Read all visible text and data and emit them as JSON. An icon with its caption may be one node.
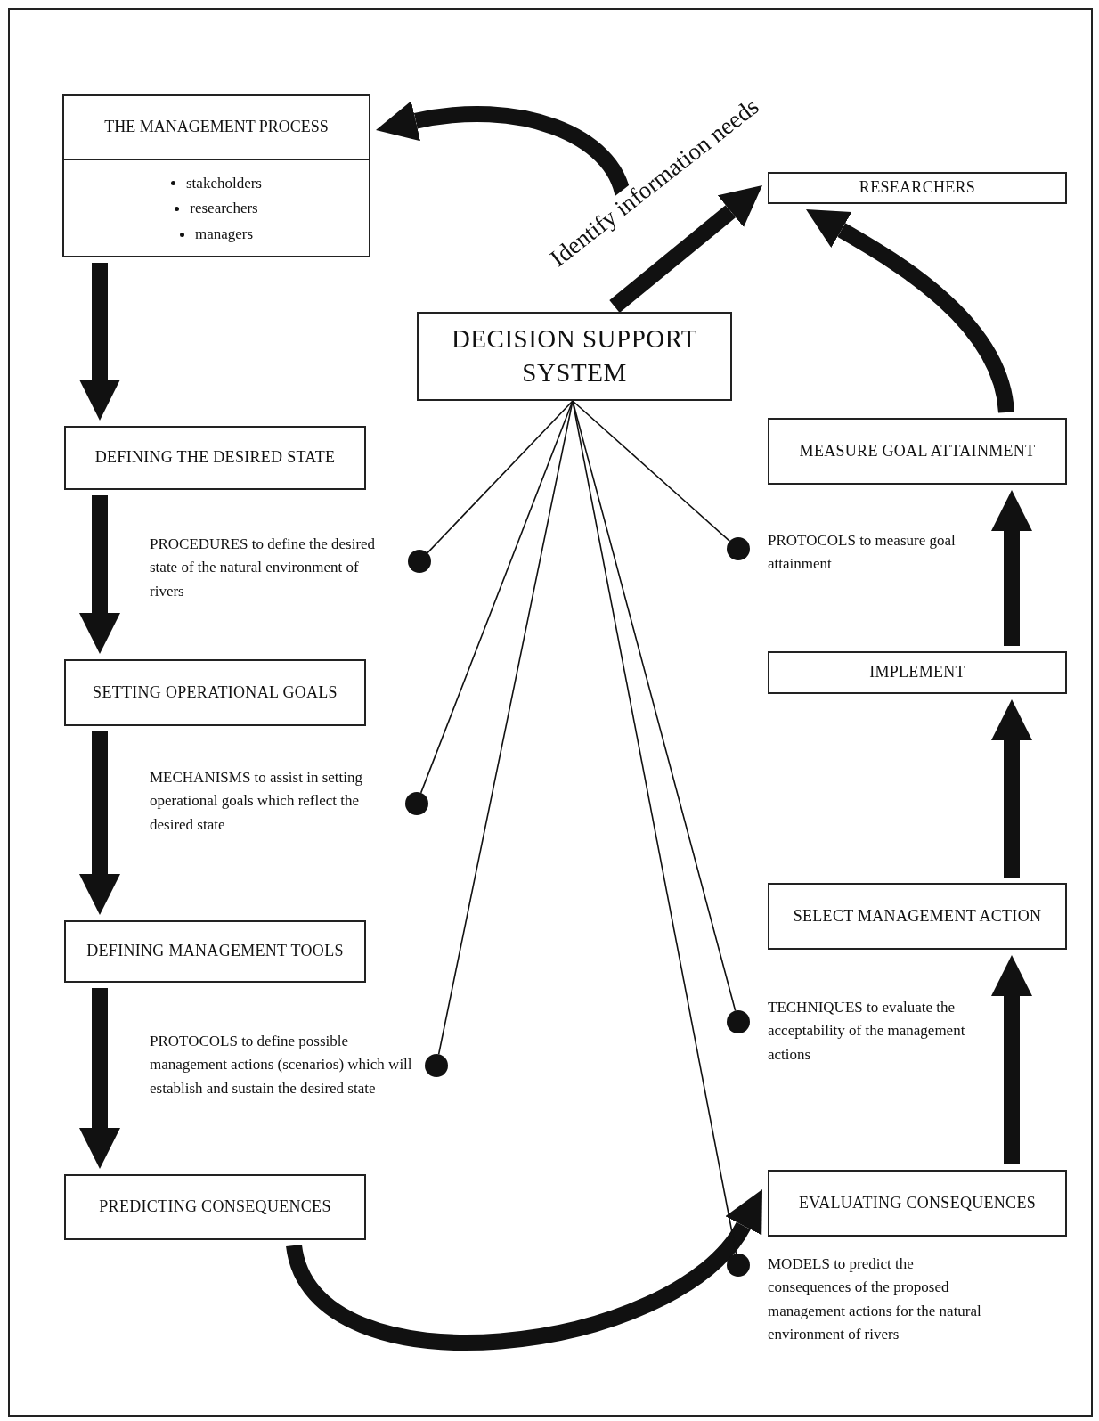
{
  "diagram": {
    "nodes": [
      {
        "text": [
          "THE MANAGEMENT PROCESS",
          "stakeholders",
          "researchers",
          "managers"
        ]
      },
      {
        "text": [
          "RESEARCHERS"
        ]
      },
      {
        "text": [
          "DECISION SUPPORT SYSTEM"
        ]
      },
      {
        "text": [
          "DEFINING THE DESIRED STATE"
        ]
      },
      {
        "text": [
          "MEASURE GOAL ATTAINMENT"
        ]
      },
      {
        "text": [],
        "shape": "circle",
        "beside": [
          "PROCEDURES to define the desired state of the natural environment of rivers"
        ]
      },
      {
        "text": [],
        "shape": "circle",
        "beside": [
          "PROTOCOLS to measure goal attainment"
        ]
      },
      {
        "text": [
          "SETTING OPERATIONAL GOALS"
        ]
      },
      {
        "text": [
          "IMPLEMENT"
        ]
      },
      {
        "text": [],
        "shape": "circle",
        "beside": [
          "MECHANISMS to assist in setting operational goals which reflect the desired state"
        ]
      },
      {
        "text": [
          "DEFINING MANAGEMENT TOOLS"
        ]
      },
      {
        "text": [
          "SELECT MANAGEMENT ACTION"
        ]
      },
      {
        "text": [],
        "shape": "circle",
        "beside": [
          "TECHNIQUES to evaluate the acceptability of the management actions"
        ]
      },
      {
        "text": [],
        "shape": "circle",
        "beside": [
          "PROTOCOLS to define possible management actions (scenarios) which will establish and sustain the desired state"
        ]
      },
      {
        "text": [
          "PREDICTING CONSEQUENCES"
        ]
      },
      {
        "text": [
          "EVALUATING CONSEQUENCES"
        ]
      },
      {
        "text": [],
        "shape": "circle",
        "beside": [
          "MODELS to predict the consequences of the proposed management actions for the natural environment of rivers"
        ]
      }
    ],
    "edges": [
      {
        "from": 0,
        "to": 3,
        "arrow": "to"
      },
      {
        "from": 3,
        "to": 7,
        "arrow": "to"
      },
      {
        "from": 7,
        "to": 10,
        "arrow": "to"
      },
      {
        "from": 10,
        "to": 14,
        "arrow": "to"
      },
      {
        "from": 14,
        "to": 15,
        "arrow": "to"
      },
      {
        "from": 15,
        "to": 11,
        "arrow": "to"
      },
      {
        "from": 11,
        "to": 8,
        "arrow": "to"
      },
      {
        "from": 8,
        "to": 4,
        "arrow": "to"
      },
      {
        "from": 4,
        "to": 1,
        "arrow": "to"
      },
      {
        "from": 2,
        "to": 1,
        "arrow": "to",
        "label": "Identify information needs"
      },
      {
        "from": null,
        "to": 0,
        "arrow": "to"
      },
      {
        "from": 2,
        "to": 5,
        "arrow": "none"
      },
      {
        "from": 2,
        "to": 6,
        "arrow": "none"
      },
      {
        "from": 2,
        "to": 9,
        "arrow": "none"
      },
      {
        "from": 2,
        "to": 12,
        "arrow": "none"
      },
      {
        "from": 2,
        "to": 13,
        "arrow": "none"
      },
      {
        "from": 2,
        "to": 16,
        "arrow": "none"
      }
    ]
  }
}
